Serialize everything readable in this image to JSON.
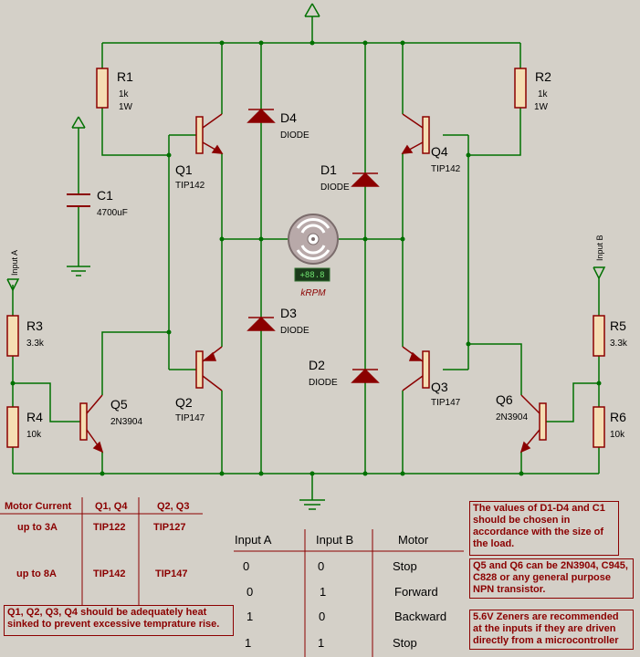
{
  "components": {
    "r1": {
      "name": "R1",
      "value": "1k",
      "rating": "1W"
    },
    "r2": {
      "name": "R2",
      "value": "1k",
      "rating": "1W"
    },
    "r3": {
      "name": "R3",
      "value": "3.3k"
    },
    "r4": {
      "name": "R4",
      "value": "10k"
    },
    "r5": {
      "name": "R5",
      "value": "3.3k"
    },
    "r6": {
      "name": "R6",
      "value": "10k"
    },
    "c1": {
      "name": "C1",
      "value": "4700uF"
    },
    "q1": {
      "name": "Q1",
      "part": "TIP142"
    },
    "q2": {
      "name": "Q2",
      "part": "TIP147"
    },
    "q3": {
      "name": "Q3",
      "part": "TIP147"
    },
    "q4": {
      "name": "Q4",
      "part": "TIP142"
    },
    "q5": {
      "name": "Q5",
      "part": "2N3904"
    },
    "q6": {
      "name": "Q6",
      "part": "2N3904"
    },
    "d1": {
      "name": "D1",
      "part": "DIODE"
    },
    "d2": {
      "name": "D2",
      "part": "DIODE"
    },
    "d3": {
      "name": "D3",
      "part": "DIODE"
    },
    "d4": {
      "name": "D4",
      "part": "DIODE"
    },
    "motor": {
      "display": "+88.8",
      "unit": "kRPM"
    },
    "input_a": "Input A",
    "input_b": "Input B"
  },
  "transistor_table": {
    "headers": [
      "Motor Current",
      "Q1, Q4",
      "Q2, Q3"
    ],
    "rows": [
      [
        "up to 3A",
        "TIP122",
        "TIP127"
      ],
      [
        "up to 8A",
        "TIP142",
        "TIP147"
      ]
    ]
  },
  "truth_table": {
    "headers": [
      "Input A",
      "Input B",
      "Motor"
    ],
    "rows": [
      [
        "0",
        "0",
        "Stop"
      ],
      [
        "0",
        "1",
        "Forward"
      ],
      [
        "1",
        "0",
        "Backward"
      ],
      [
        "1",
        "1",
        "Stop"
      ]
    ]
  },
  "notes": {
    "heatsink": "Q1, Q2, Q3, Q4 should be adequately heat sinked to prevent excessive temprature rise.",
    "diode_values": "The values of D1-D4 and C1 should be chosen in accordance with the size of the load.",
    "q5q6": "Q5 and Q6 can be 2N3904, C945, C828 or any general purpose NPN transistor.",
    "zeners": "5.6V Zeners are recommended at the inputs if they are driven directly from a microcontroller"
  },
  "colors": {
    "background": "#d4d0c8",
    "wire": "#007000",
    "component": "#8b0000",
    "resistor_fill": "#f5deb3"
  }
}
